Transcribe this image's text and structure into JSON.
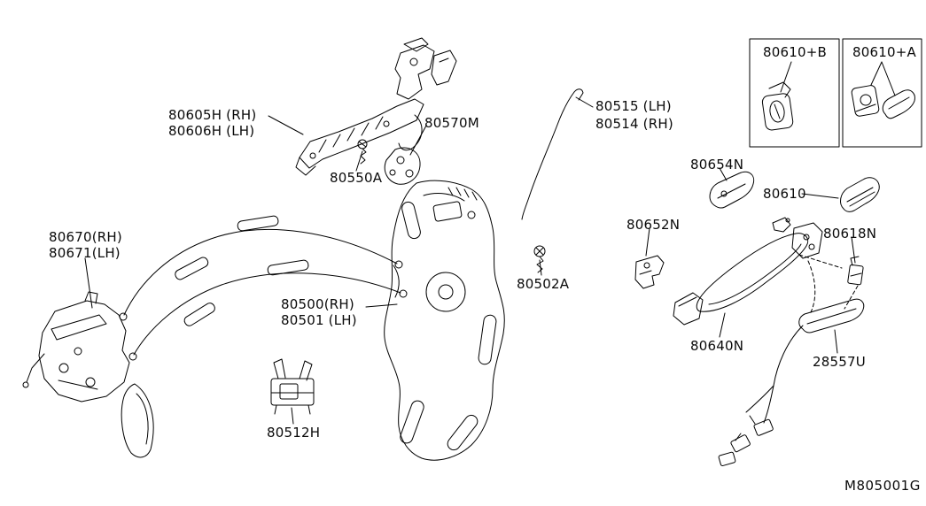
{
  "diagram": {
    "title": "Front door lock and handle parts diagram",
    "code": "M805001G",
    "colors": {
      "background": "#ffffff",
      "line": "#000000"
    },
    "labels": {
      "p80605h": "80605H (RH)",
      "p80606h": "80606H (LH)",
      "p80570m": "80570M",
      "p80550a": "80550A",
      "p80515": "80515 (LH)",
      "p80514": "80514 (RH)",
      "p80610b": "80610+B",
      "p80610a": "80610+A",
      "p80654n": "80654N",
      "p80610": "80610",
      "p80652n": "80652N",
      "p80618n": "80618N",
      "p80670": "80670(RH)",
      "p80671": "80671(LH)",
      "p80500": "80500(RH)",
      "p80501": "80501 (LH)",
      "p80502a": "80502A",
      "p80640n": "80640N",
      "p28557u": "28557U",
      "p80512h": "80512H"
    }
  }
}
